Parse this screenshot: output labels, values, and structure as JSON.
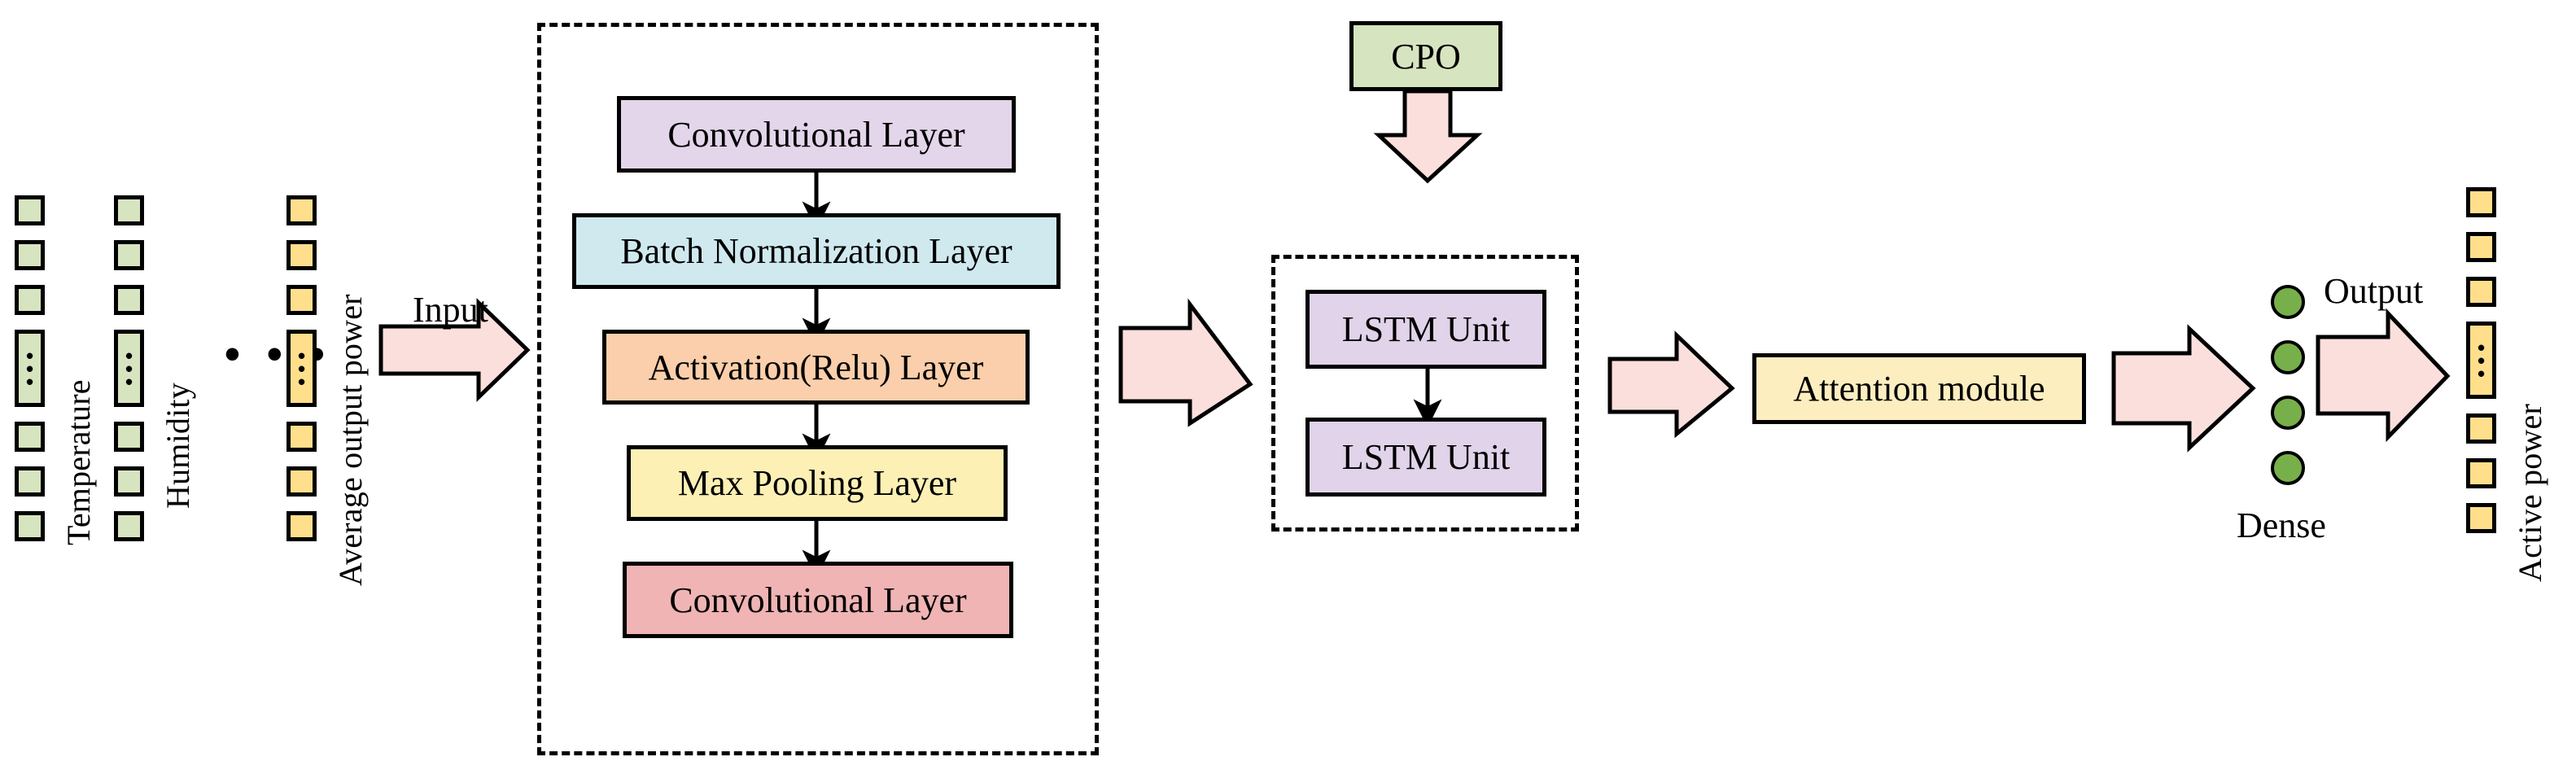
{
  "diagram": {
    "title": "CPO-CNN-LSTM-Attention power forecasting architecture",
    "colors": {
      "input_feature_green": "#d7e4c0",
      "input_feature_yellow": "#ffdf8c",
      "conv1": "#e3d5ea",
      "batch_norm": "#cfe9ef",
      "activation": "#fbcfab",
      "max_pool": "#fcf0b5",
      "conv2": "#f0b4b4",
      "lstm": "#e0d3ea",
      "attention": "#fdeec0",
      "cpo": "#d7e4c0",
      "dense_node": "#77b04a",
      "block_arrow": "#fadfdd",
      "outline": "#000000"
    }
  },
  "input_block": {
    "columns": [
      {
        "label": "Temperature",
        "color": "green",
        "cells": 7,
        "ellipsis_cell_index": 3
      },
      {
        "label": "Humidity",
        "color": "green",
        "cells": 7,
        "ellipsis_cell_index": 3
      },
      {
        "label": "Average output power",
        "color": "yellow",
        "cells": 7,
        "ellipsis_cell_index": 3
      }
    ],
    "between_columns_ellipsis": "• • •",
    "cell_vertical_ellipsis": "•"
  },
  "arrows": {
    "input_label": "Input",
    "output_label": "Output"
  },
  "cnn_block": {
    "layers": [
      {
        "name": "Convolutional Layer",
        "color_key": "conv1"
      },
      {
        "name": "Batch Normalization Layer",
        "color_key": "batch_norm"
      },
      {
        "name": "Activation(Relu) Layer",
        "color_key": "activation"
      },
      {
        "name": "Max Pooling Layer",
        "color_key": "max_pool"
      },
      {
        "name": "Convolutional Layer",
        "color_key": "conv2"
      }
    ]
  },
  "optimizer": {
    "label": "CPO"
  },
  "lstm_block": {
    "units": [
      {
        "name": "LSTM Unit"
      },
      {
        "name": "LSTM Unit"
      }
    ]
  },
  "attention": {
    "label": "Attention module"
  },
  "dense": {
    "label": "Dense",
    "node_count": 4
  },
  "output_block": {
    "label": "Active power",
    "color": "yellow",
    "cells": 7,
    "ellipsis_cell_index": 3,
    "cell_vertical_ellipsis": "•"
  }
}
